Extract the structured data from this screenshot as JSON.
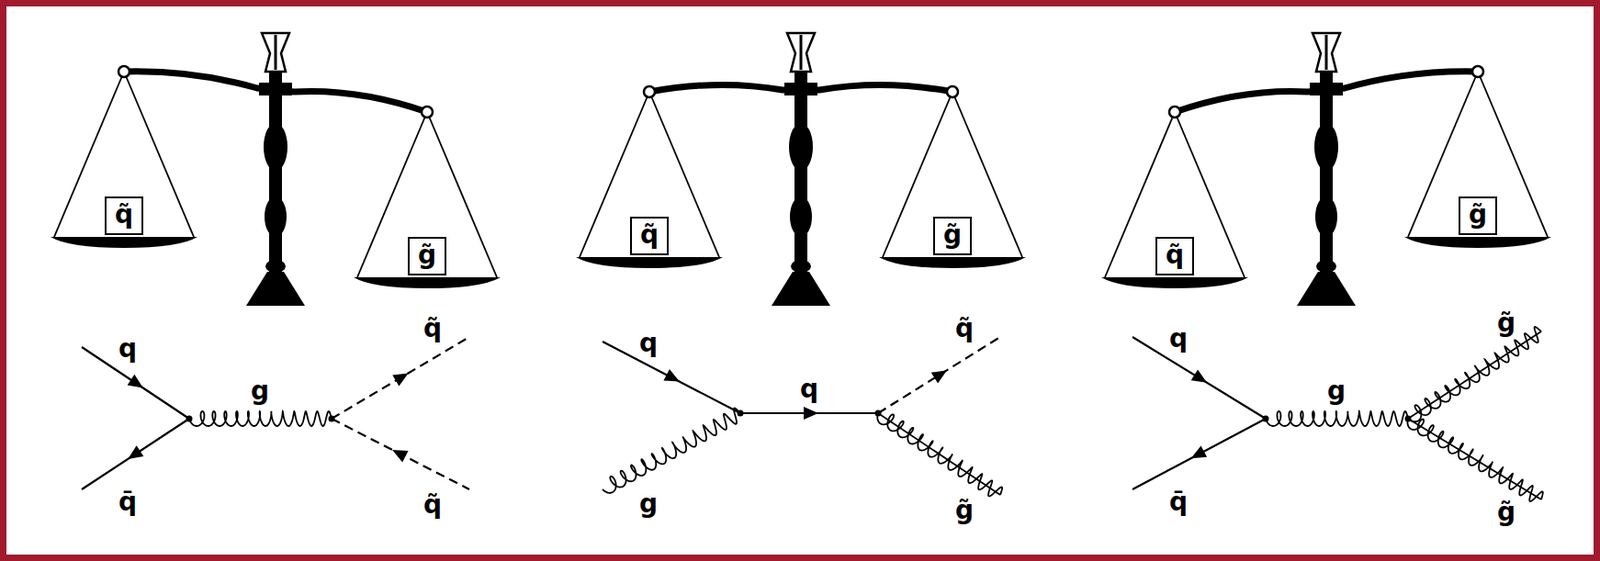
{
  "diagram": {
    "nodes": [
      {
        "text": [
          "q̃"
        ]
      },
      {
        "text": [
          "g̃"
        ]
      },
      {
        "text": [
          "q̃"
        ]
      },
      {
        "text": [
          "g̃"
        ]
      },
      {
        "text": [
          "q̃"
        ]
      },
      {
        "text": [
          "g̃"
        ]
      }
    ],
    "labels": [
      "q",
      "q̄",
      "g",
      "q̃",
      "q̃",
      "q",
      "g",
      "q",
      "q̃",
      "g̃",
      "q",
      "q̄",
      "g",
      "g̃",
      "g̃"
    ]
  }
}
